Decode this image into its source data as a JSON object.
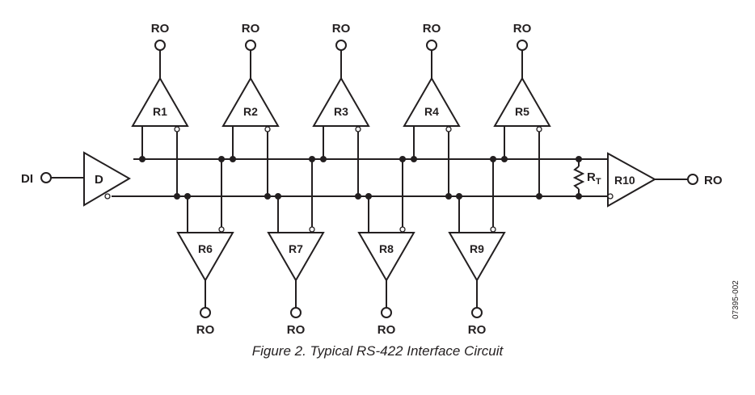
{
  "driver": {
    "input_label": "DI",
    "name": "D"
  },
  "receivers": [
    {
      "name": "R1",
      "output_label": "RO"
    },
    {
      "name": "R2",
      "output_label": "RO"
    },
    {
      "name": "R3",
      "output_label": "RO"
    },
    {
      "name": "R4",
      "output_label": "RO"
    },
    {
      "name": "R5",
      "output_label": "RO"
    },
    {
      "name": "R6",
      "output_label": "RO"
    },
    {
      "name": "R7",
      "output_label": "RO"
    },
    {
      "name": "R8",
      "output_label": "RO"
    },
    {
      "name": "R9",
      "output_label": "RO"
    }
  ],
  "terminator": {
    "label": "R",
    "subscript": "T"
  },
  "end_receiver": {
    "name": "R10",
    "output_label": "RO"
  },
  "caption": "Figure 2. Typical RS-422 Interface Circuit",
  "figure_code": "07395-002"
}
